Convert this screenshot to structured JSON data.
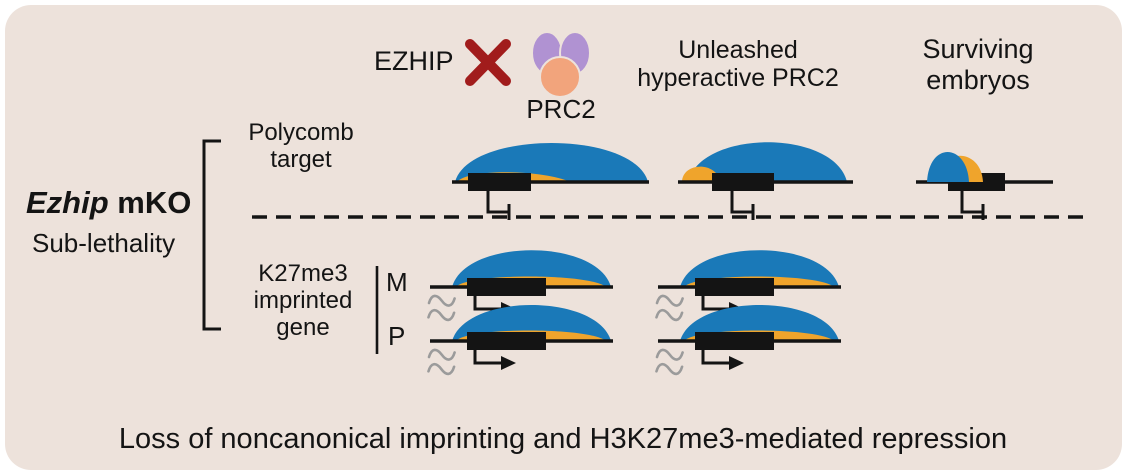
{
  "colors": {
    "background": "#ede2db",
    "ink": "#141414",
    "blue": "#1a79b8",
    "orange": "#efa42c",
    "purple": "#b092d2",
    "peach": "#f2a47c",
    "red": "#a11c1c",
    "gray": "#9b9b9b"
  },
  "header": {
    "ezhip": "EZHIP",
    "prc2": "PRC2",
    "unleashed": "Unleashed hyperactive PRC2",
    "surviving": "Surviving embryos"
  },
  "left_panel": {
    "gene": "Ezhip",
    "genotype": " mKO",
    "phenotype": "Sub-lethality"
  },
  "row_labels": {
    "polycomb": "Polycomb target",
    "imprinted": "K27me3 imprinted gene",
    "maternal": "M",
    "paternal": "P"
  },
  "caption": "Loss of noncanonical imprinting and H3K27me3-mediated repression"
}
